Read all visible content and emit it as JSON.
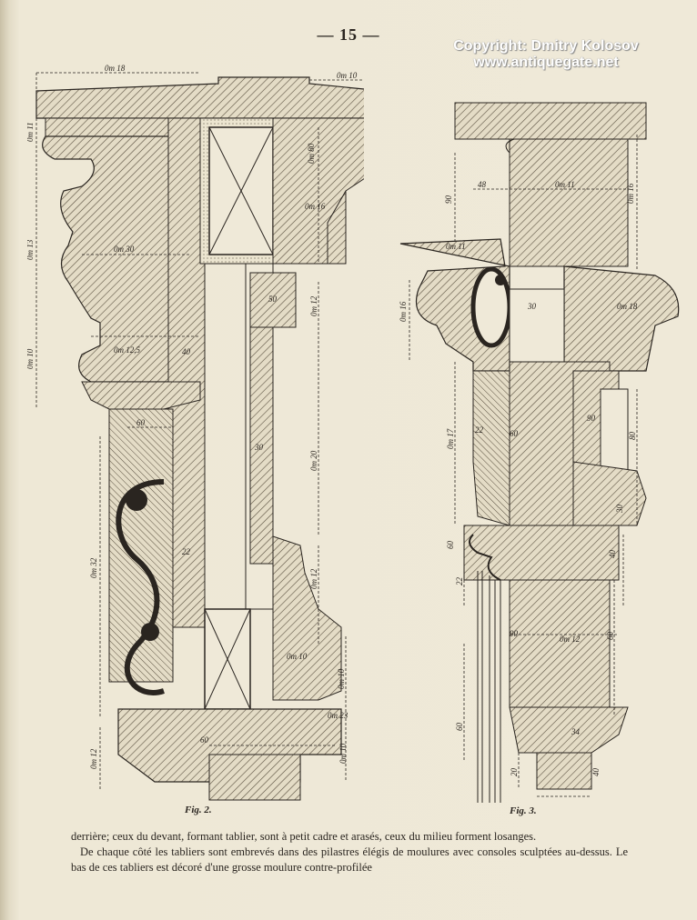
{
  "page_number": "— 15 —",
  "watermark": {
    "line1": "Copyright: Dmitry Kolosov",
    "line2": "www.antiquegate.net"
  },
  "figures": {
    "fig2": {
      "caption": "Fig. 2.",
      "dimensions": [
        "0m 18",
        "0m 10",
        "0m 11",
        "0m 80",
        "0m 13",
        "0m 30",
        "0m 10",
        "0m 12",
        "0m 12,5",
        "40",
        "0m 16",
        "50",
        "60",
        "30",
        "0m 20",
        "0m 32",
        "22",
        "0m 12",
        "0m 10",
        "0m 10",
        "0m 12",
        "0m 23",
        "60",
        "0m 10"
      ]
    },
    "fig3": {
      "caption": "Fig. 3.",
      "dimensions": [
        "90",
        "48",
        "0m 11",
        "0m 16",
        "0m 11",
        "0m 16",
        "30",
        "0m 18",
        "0m 17",
        "60",
        "22",
        "90",
        "80",
        "30",
        "60",
        "40",
        "22",
        "90",
        "0m 12",
        "60",
        "60",
        "34",
        "20",
        "40"
      ]
    }
  },
  "body_text": {
    "p1": "derrière; ceux du devant, formant tablier, sont à petit cadre et arasés, ceux du milieu forment losanges.",
    "p2": "De chaque côté les tabliers sont embrevés dans des pilastres élégis de moulures avec consoles sculptées au-dessus. Le bas de ces tabliers est décoré d'une grosse moulure contre-profilée"
  },
  "colors": {
    "paper": "#eee8d6",
    "ink": "#2a2520",
    "watermark": "#ffffff"
  }
}
